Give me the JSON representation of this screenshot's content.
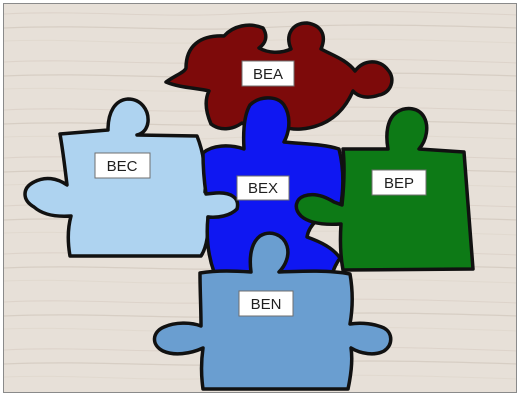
{
  "background_color": "#e7e0d8",
  "pieces": [
    {
      "id": "bea",
      "label": "BEA",
      "color": "#7d0a0a"
    },
    {
      "id": "bec",
      "label": "BEC",
      "color": "#aed3f0"
    },
    {
      "id": "bex",
      "label": "BEX",
      "color": "#0f17f2"
    },
    {
      "id": "bep",
      "label": "BEP",
      "color": "#0d7a16"
    },
    {
      "id": "ben",
      "label": "BEN",
      "color": "#6a9ed0"
    }
  ]
}
